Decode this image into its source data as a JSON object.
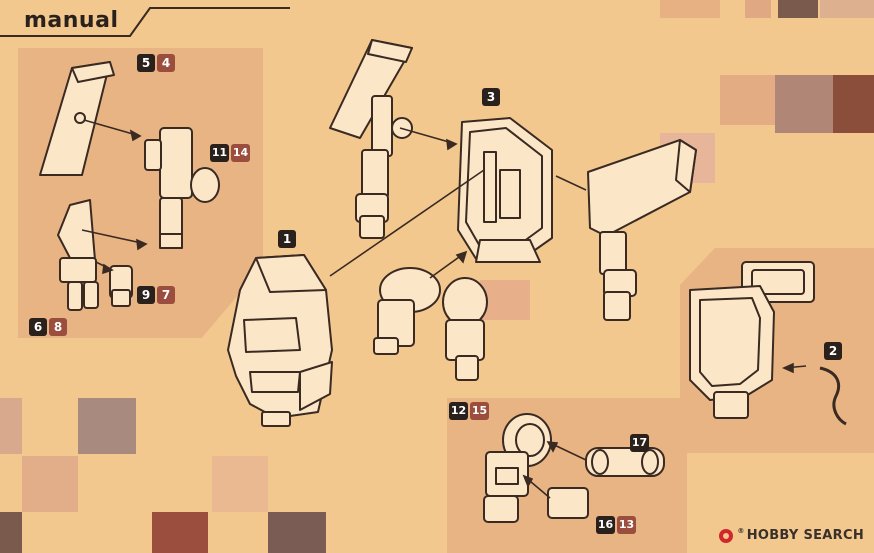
{
  "header": {
    "title": "manual"
  },
  "callouts": {
    "part_1": "1",
    "part_2": "2",
    "part_3": "3",
    "part_5": "5",
    "part_4": "4",
    "part_11": "11",
    "part_14": "14",
    "part_9": "9",
    "part_7": "7",
    "part_6": "6",
    "part_8": "8",
    "part_12": "12",
    "part_15": "15",
    "part_17": "17",
    "part_16": "16",
    "part_13": "13"
  },
  "watermark": {
    "brand": "HOBBY SEARCH",
    "reg": "®"
  },
  "colors": {
    "paper": "#f2c88e",
    "zone": "#e9b483",
    "badge_dark": "#2b211c",
    "badge_brown": "#9b4e3d",
    "line": "#3a2a22"
  }
}
